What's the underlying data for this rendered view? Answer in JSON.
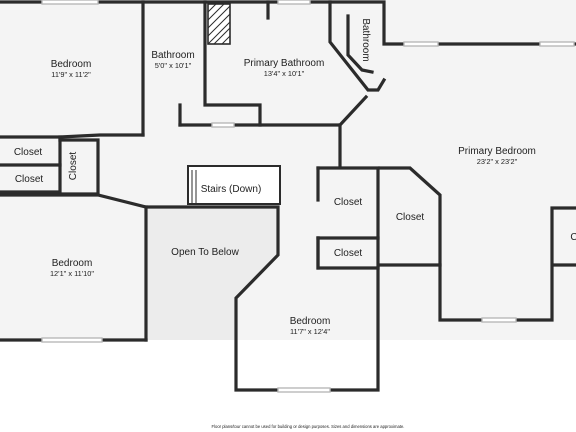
{
  "floorplan": {
    "colors": {
      "wall": "#2b2b2b",
      "floor": "#f4f4f4",
      "open_to_below": "#ececec",
      "window": "#b8b8b8"
    },
    "rooms": {
      "bedroom_nw": {
        "name": "Bedroom",
        "dims": "11'9\" x 11'2\""
      },
      "bathroom": {
        "name": "Bathroom",
        "dims": "5'0\" x 10'1\""
      },
      "primary_bathroom": {
        "name": "Primary Bathroom",
        "dims": "13'4\" x 10'1\""
      },
      "bathroom_small": {
        "name": "Bathroom"
      },
      "primary_bedroom": {
        "name": "Primary Bedroom",
        "dims": "23'2\" x 23'2\""
      },
      "closet_1": {
        "name": "Closet"
      },
      "closet_2": {
        "name": "Closet"
      },
      "closet_3": {
        "name": "Closet"
      },
      "closet_4": {
        "name": "Closet"
      },
      "closet_5": {
        "name": "Closet"
      },
      "closet_6": {
        "name": "Closet"
      },
      "closet_7": {
        "name": "C"
      },
      "stairs": {
        "name": "Stairs (Down)"
      },
      "open_to_below": {
        "name": "Open To Below"
      },
      "bedroom_sw": {
        "name": "Bedroom",
        "dims": "12'1\" x 11'10\""
      },
      "bedroom_s": {
        "name": "Bedroom",
        "dims": "11'7\" x 12'4\""
      }
    },
    "footer": "Floor plans/tour cannot be used for building or design purposes. Sizes and dimensions are approximate."
  }
}
